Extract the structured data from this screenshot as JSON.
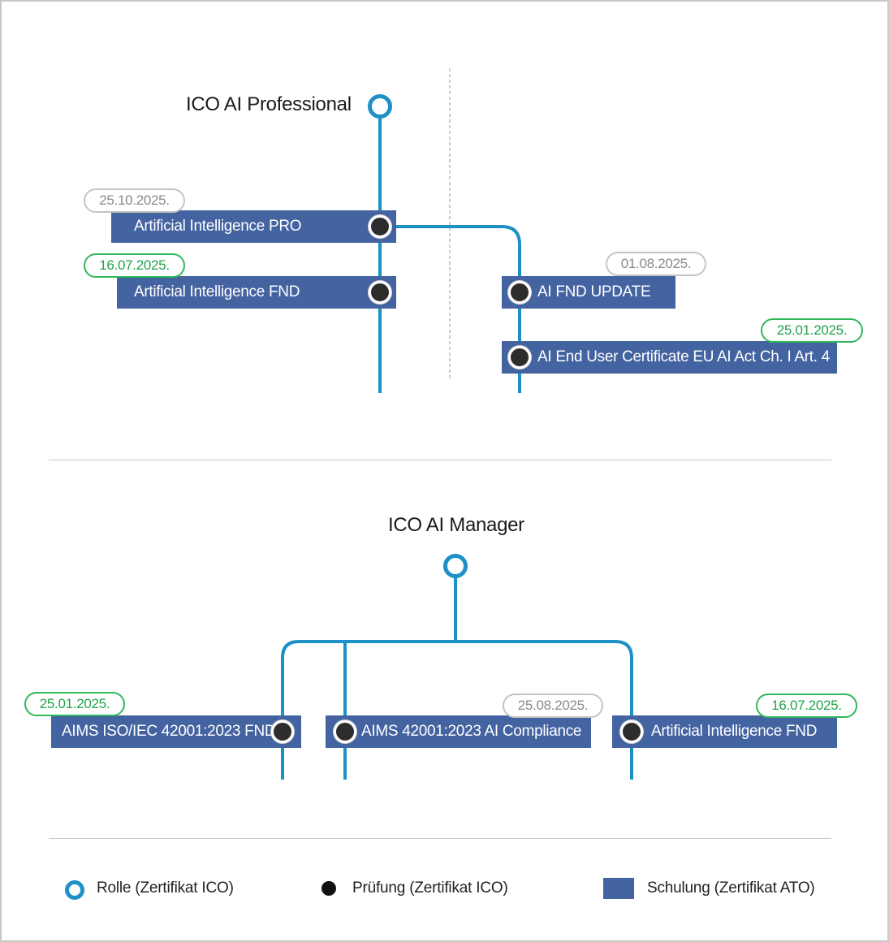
{
  "colors": {
    "line": "#1e90c8",
    "bar": "#4463a1",
    "pill_green": "#22a34a",
    "pill_gray": "#8a8a8a",
    "dot": "#2d2d2d"
  },
  "professional": {
    "title": "ICO AI Professional",
    "left": {
      "pro": {
        "label": "Artificial Intelligence PRO",
        "date": "25.10.2025."
      },
      "fnd": {
        "label": "Artificial Intelligence FND",
        "date": "16.07.2025."
      }
    },
    "right": {
      "update": {
        "label": "AI FND UPDATE",
        "date": "01.08.2025."
      },
      "enduser": {
        "label": "AI End User Certificate EU AI Act Ch. I Art. 4",
        "date": "25.01.2025."
      }
    }
  },
  "manager": {
    "title": "ICO AI Manager",
    "items": [
      {
        "label": "AIMS ISO/IEC 42001:2023 FND",
        "date": "25.01.2025."
      },
      {
        "label": "AIMS 42001:2023 AI Compliance",
        "date": "25.08.2025."
      },
      {
        "label": "Artificial Intelligence FND",
        "date": "16.07.2025."
      }
    ]
  },
  "legend": {
    "role": "Rolle (Zertifikat ICO)",
    "exam": "Prüfung  (Zertifikat ICO)",
    "training": "Schulung (Zertifikat ATO)"
  }
}
